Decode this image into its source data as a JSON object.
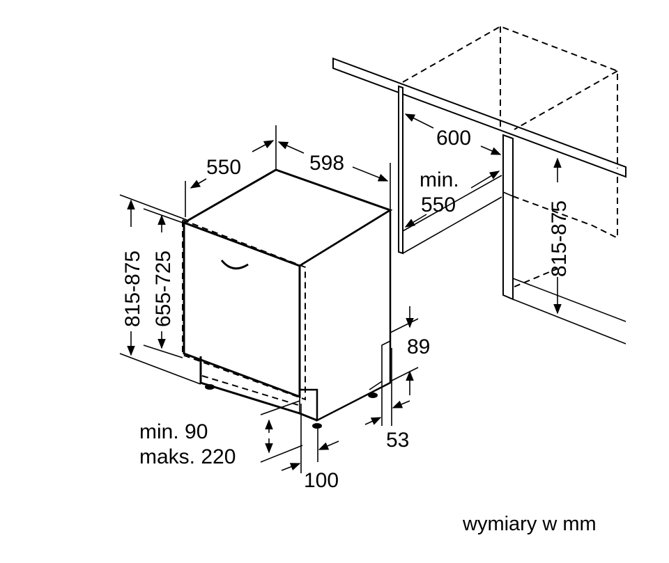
{
  "diagram": {
    "dimensions": {
      "depth": "550",
      "width": "598",
      "niche_width": "600",
      "niche_depth_line1": "min.",
      "niche_depth_line2": "550",
      "height_total": "815-875",
      "height_door": "655-725",
      "niche_height": "815-875",
      "plinth_height": "89",
      "plinth_depth": "53",
      "foot_label_line1": "min. 90",
      "foot_label_line2": "maks. 220",
      "foot_offset": "100"
    },
    "footer_note": "wymiary w mm",
    "colors": {
      "line": "#000000",
      "background": "#ffffff"
    }
  }
}
